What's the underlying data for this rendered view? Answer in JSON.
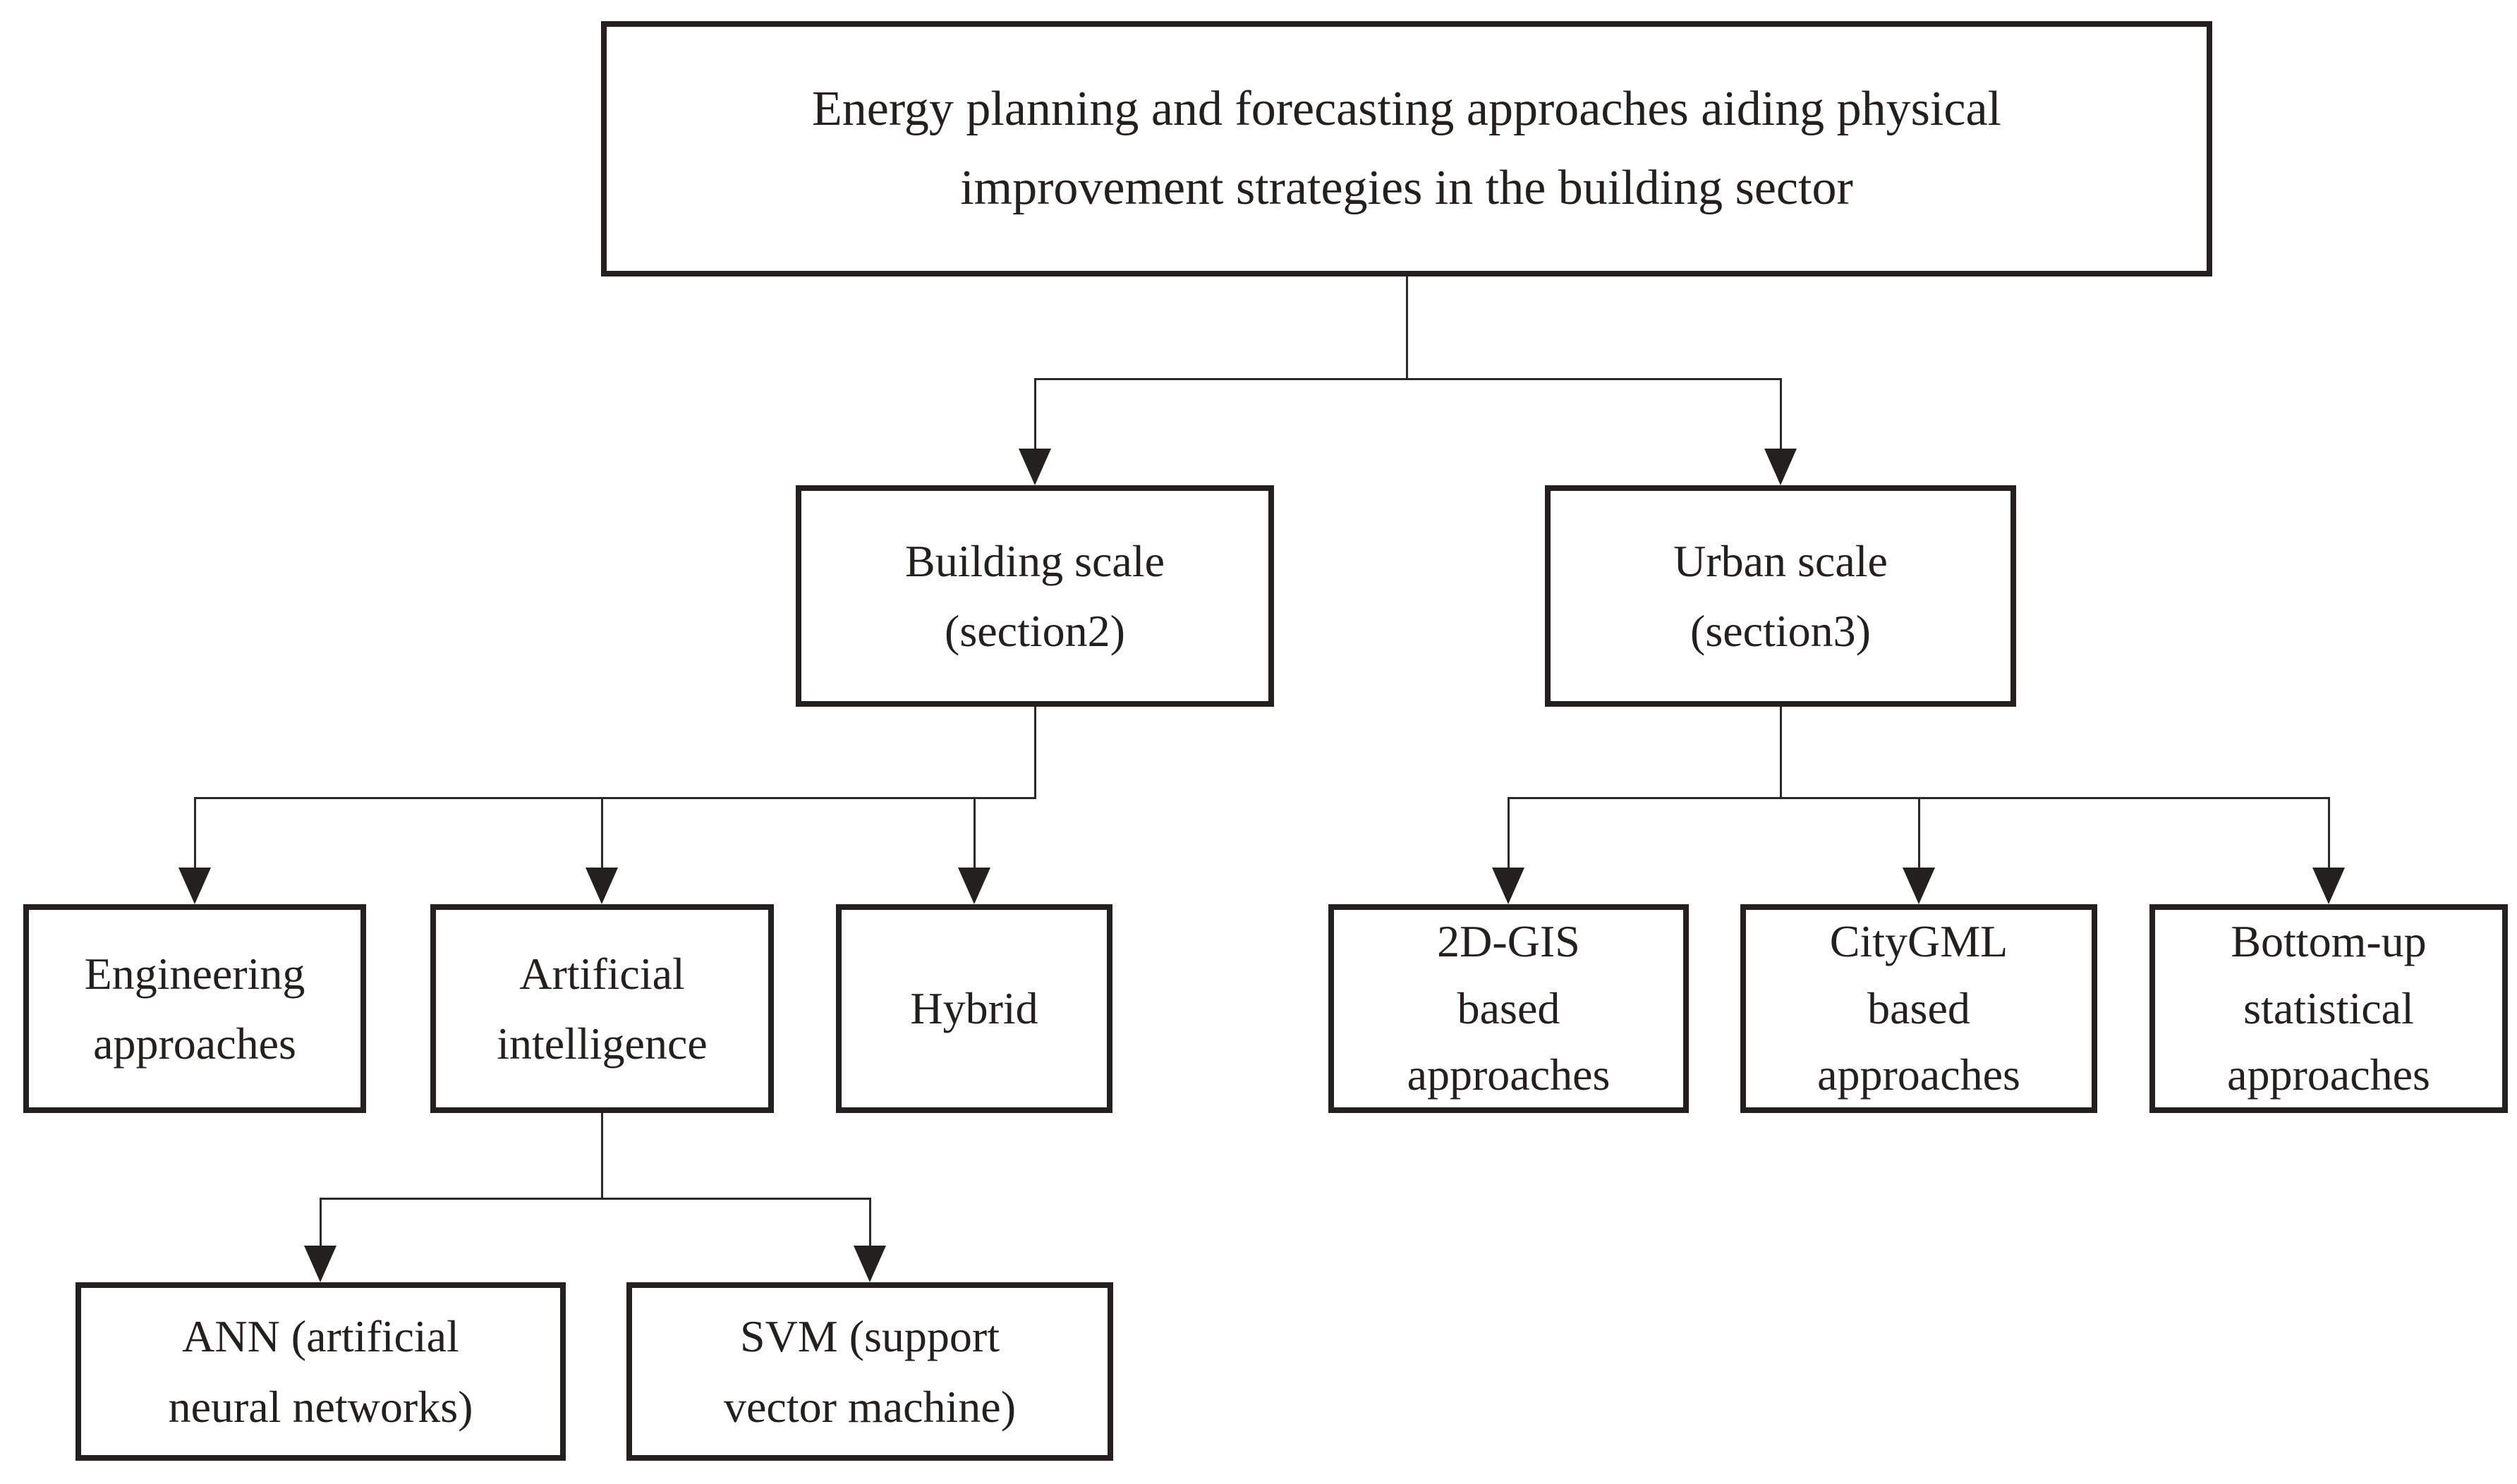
{
  "figure": {
    "type": "flowchart",
    "background_color": "#ffffff",
    "ink_color": "#242020",
    "nodes": {
      "root": {
        "lines": [
          "Energy planning and forecasting approaches aiding physical",
          "improvement strategies in the building sector"
        ]
      },
      "building_scale": {
        "lines": [
          "Building scale",
          "(section2)"
        ]
      },
      "urban_scale": {
        "lines": [
          "Urban scale",
          "(section3)"
        ]
      },
      "engineering": {
        "lines": [
          "Engineering",
          "approaches"
        ]
      },
      "artificial_intelligence": {
        "lines": [
          "Artificial",
          "intelligence"
        ]
      },
      "hybrid": {
        "lines": [
          "Hybrid"
        ]
      },
      "gis_2d": {
        "lines": [
          "2D-GIS",
          "based",
          "approaches"
        ]
      },
      "citygml": {
        "lines": [
          "CityGML",
          "based",
          "approaches"
        ]
      },
      "bottom_up": {
        "lines": [
          "Bottom-up",
          "statistical",
          "approaches"
        ]
      },
      "ann": {
        "lines": [
          "ANN (artificial",
          "neural networks)"
        ]
      },
      "svm": {
        "lines": [
          "SVM (support",
          "vector machine)"
        ]
      }
    },
    "edges": [
      {
        "from": "root",
        "to": "building_scale"
      },
      {
        "from": "root",
        "to": "urban_scale"
      },
      {
        "from": "building_scale",
        "to": "engineering"
      },
      {
        "from": "building_scale",
        "to": "artificial_intelligence"
      },
      {
        "from": "building_scale",
        "to": "hybrid"
      },
      {
        "from": "urban_scale",
        "to": "gis_2d"
      },
      {
        "from": "urban_scale",
        "to": "citygml"
      },
      {
        "from": "urban_scale",
        "to": "bottom_up"
      },
      {
        "from": "artificial_intelligence",
        "to": "ann"
      },
      {
        "from": "artificial_intelligence",
        "to": "svm"
      }
    ]
  }
}
